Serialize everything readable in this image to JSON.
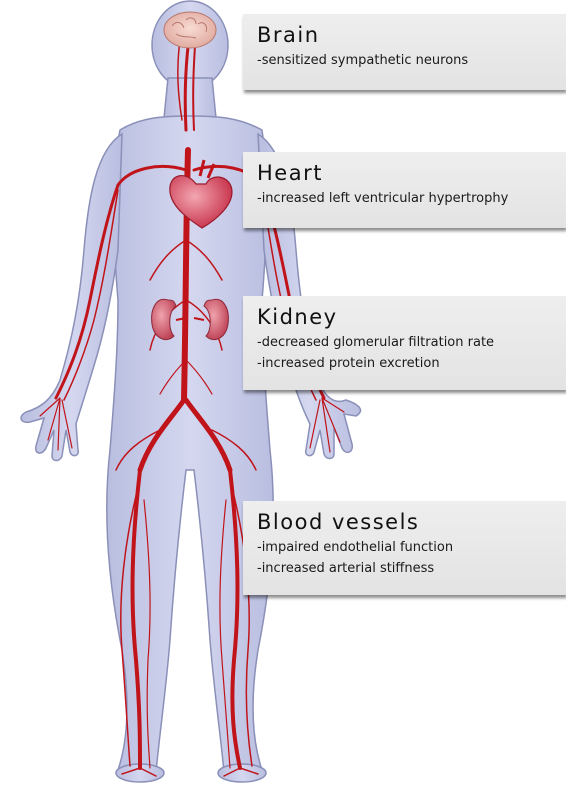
{
  "colors": {
    "body_fill": "#c9cde8",
    "body_outline": "#7d84ad",
    "vessel": "#c0141a",
    "heart": "#d43b53",
    "kidney": "#cf5a6b",
    "brain": "#f1c9c1",
    "callout_bg": "#e6e6e6"
  },
  "callouts": [
    {
      "title": "Brain",
      "lines": [
        "-sensitized sympathetic neurons"
      ]
    },
    {
      "title": "Heart",
      "lines": [
        "-increased left ventricular hypertrophy"
      ]
    },
    {
      "title": "Kidney",
      "lines": [
        "-decreased glomerular filtration rate",
        "-increased protein excretion"
      ]
    },
    {
      "title": "Blood vessels",
      "lines": [
        "-impaired endothelial function",
        "-increased arterial stiffness"
      ]
    }
  ]
}
